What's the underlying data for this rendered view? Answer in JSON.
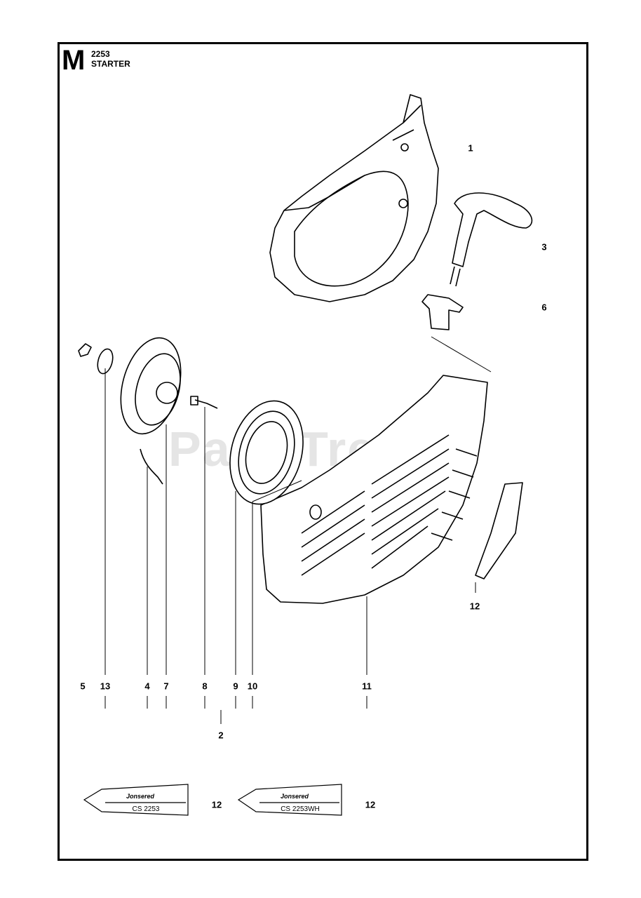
{
  "header": {
    "section_letter": "M",
    "model": "2253",
    "title": "STARTER"
  },
  "watermark": "PartsTree",
  "callouts": {
    "p1": "1",
    "p3": "3",
    "p6": "6",
    "p12a": "12",
    "b5": "5",
    "b13": "13",
    "b4": "4",
    "b7": "7",
    "b8": "8",
    "b9": "9",
    "b10": "10",
    "b11": "11",
    "b2": "2",
    "d12a": "12",
    "d12b": "12"
  },
  "decals": [
    {
      "brand": "Jonsered",
      "model": "CS 2253"
    },
    {
      "brand": "Jonsered",
      "model": "CS 2253WH"
    }
  ]
}
